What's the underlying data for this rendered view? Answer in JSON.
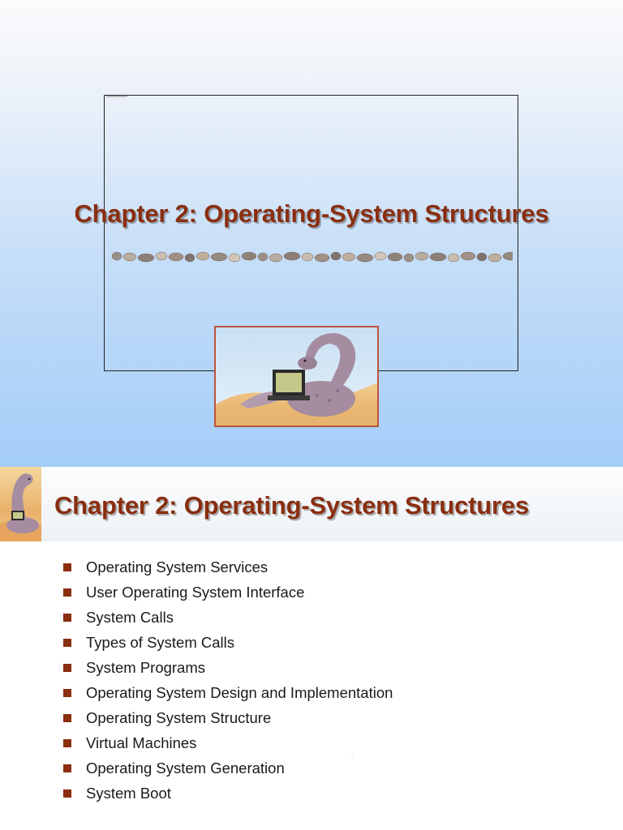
{
  "slide1": {
    "title": "Chapter 2:  Operating-System Structures"
  },
  "slide2": {
    "title": "Chapter 2:  Operating-System Structures",
    "bullets": [
      "Operating System Services",
      "User Operating System Interface",
      "System Calls",
      "Types of System Calls",
      "System Programs",
      "Operating System Design and Implementation",
      "Operating System Structure",
      "Virtual Machines",
      "Operating System Generation",
      "System Boot"
    ]
  },
  "colors": {
    "title": "#8a2e10",
    "bullet": "#8a2e10",
    "slide_bg_top": "#fbfbfc",
    "slide_bg_bottom": "#a3cdf8",
    "art_border": "#c0533a"
  },
  "icons": {
    "divider": "pebble-row-divider",
    "slide1_art": "dinosaur-laptop-illustration",
    "slide2_art": "dinosaur-corner-icon",
    "bullet": "square-bullet-icon"
  }
}
